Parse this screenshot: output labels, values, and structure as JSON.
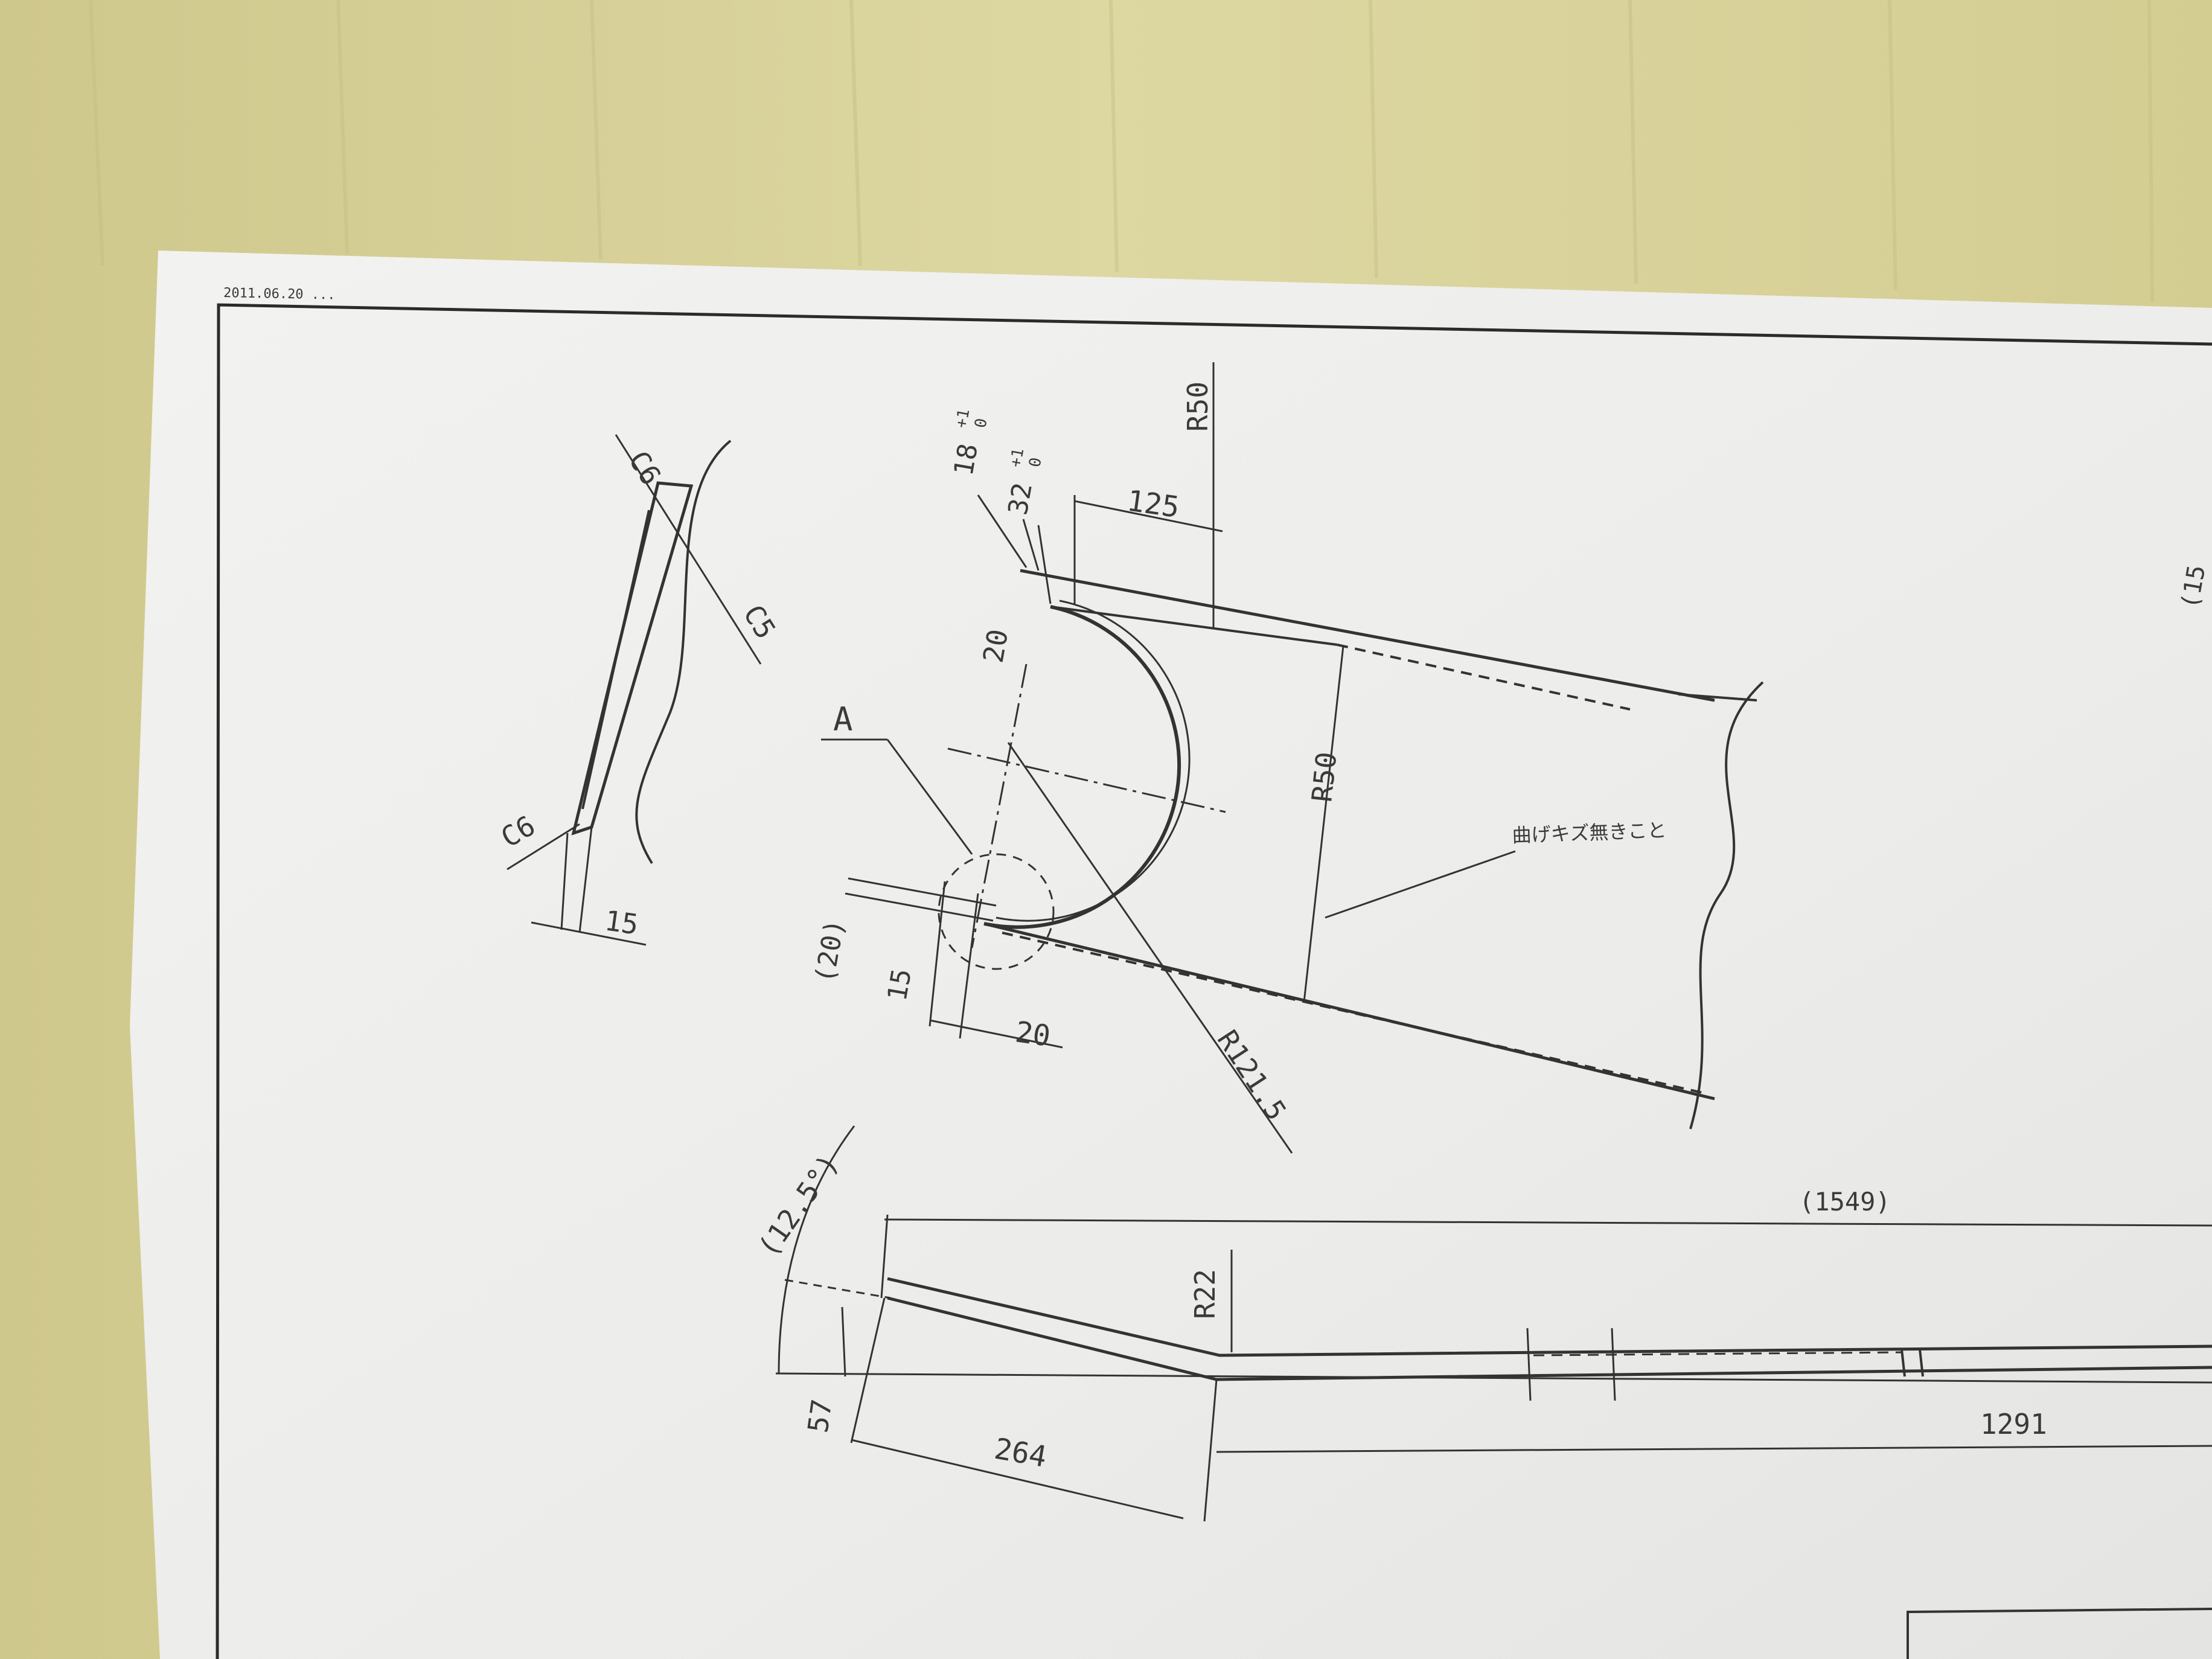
{
  "drawing": {
    "header_strip": "2011.06.20 ...",
    "dimensions": {
      "c6_top": "C6",
      "c5": "C5",
      "c6_bottom": "C6",
      "d15_left": "15",
      "tol_18": "18",
      "tol_18_sup": "+1",
      "tol_18_sub": "0",
      "tol_32": "32",
      "tol_32_sup": "+1",
      "tol_32_sub": "0",
      "d125": "125",
      "r50_top": "R50",
      "d20_vertical": "20",
      "label_a": "A",
      "r50_mid": "R50",
      "note_jp": "曲げキズ無きこと",
      "d20_paren": "(20)",
      "d15_small": "15",
      "d20_bottom": "20",
      "r121_5": "R121.5",
      "angle_12_5": "(12.5°)",
      "d1549": "(1549)",
      "r22": "R22",
      "d57": "57",
      "d264": "264",
      "d1291": "1291",
      "edge_partial": "(15"
    }
  }
}
